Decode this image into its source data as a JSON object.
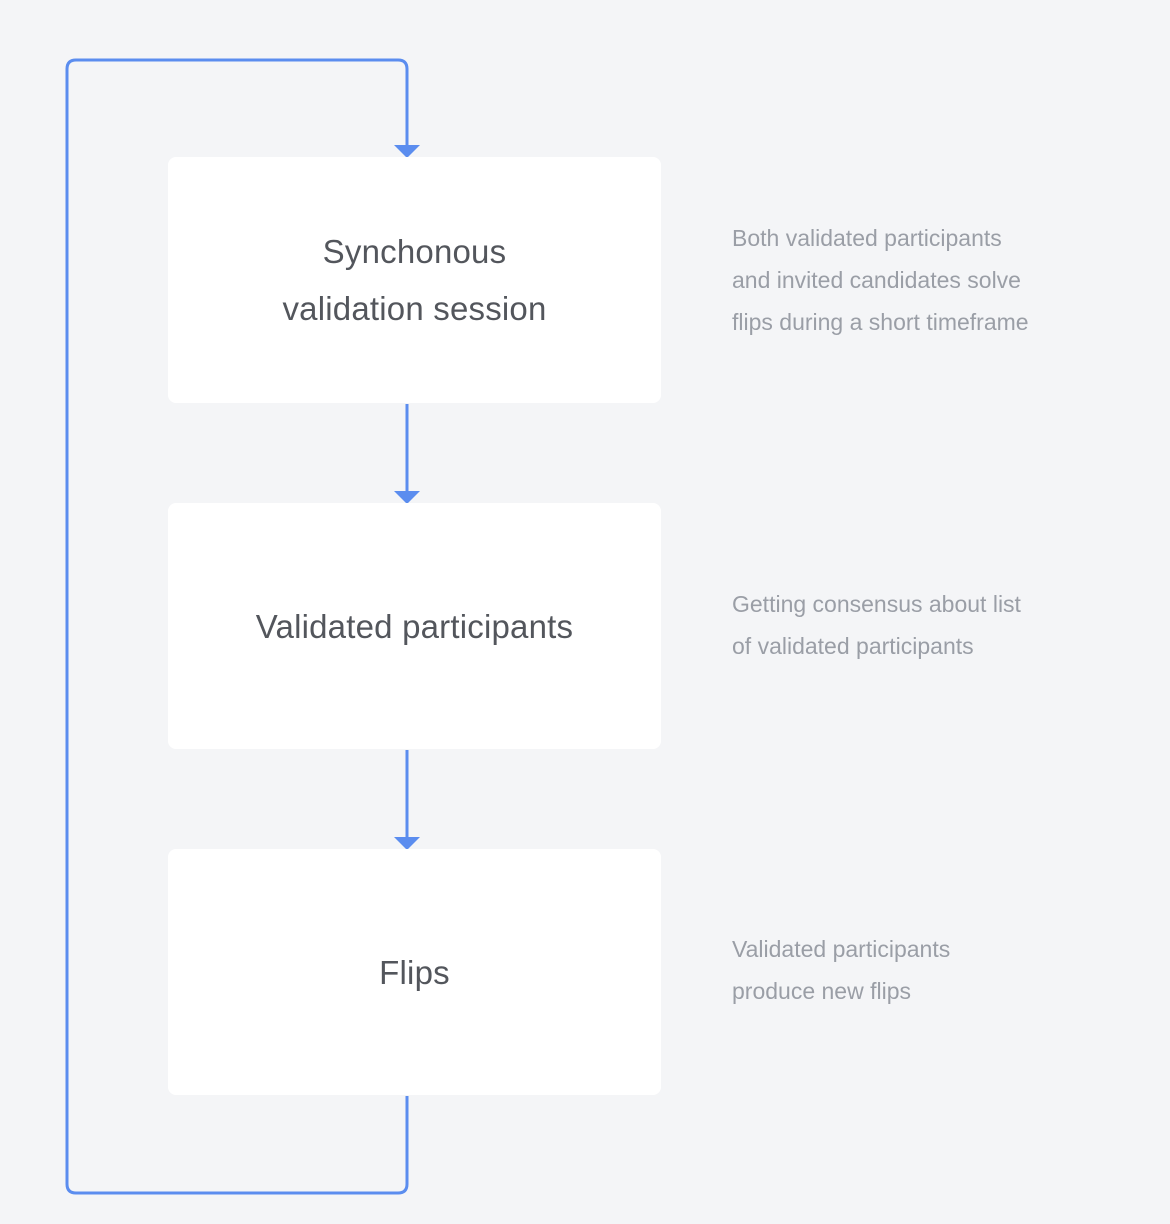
{
  "accent_color": "#5b8def",
  "steps": [
    {
      "title": "Synchonous\nvalidation session",
      "description": "Both validated participants\nand invited candidates solve\nflips during a short timeframe"
    },
    {
      "title": "Validated participants",
      "description": "Getting consensus about list\nof validated participants"
    },
    {
      "title": "Flips",
      "description": "Validated participants\nproduce new flips"
    }
  ]
}
